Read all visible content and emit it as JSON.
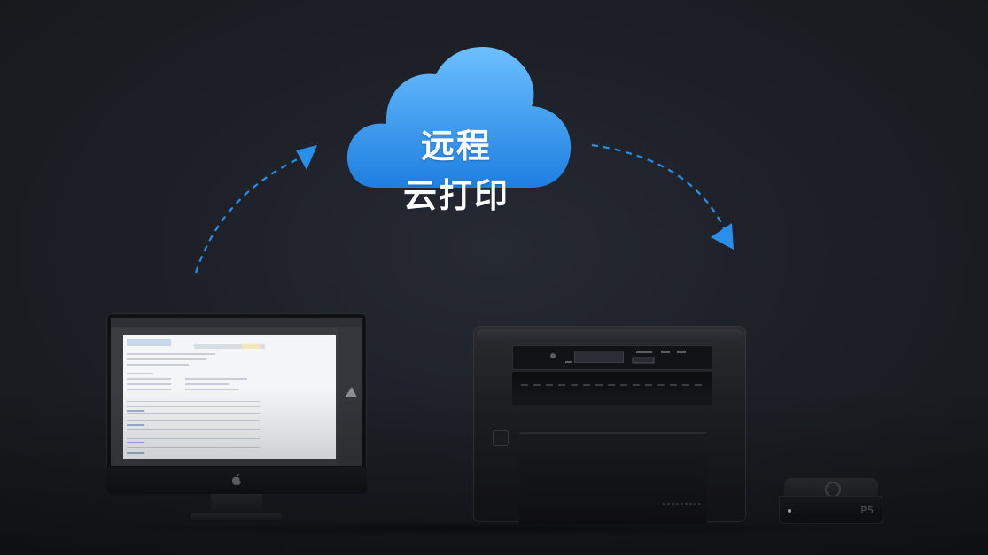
{
  "cloud": {
    "line1": "远程",
    "line2": "云打印",
    "gradient_top": "#6cc0ff",
    "gradient_bottom": "#1e7fe0"
  },
  "arrows": {
    "color": "#2a8fe8"
  },
  "devices": {
    "computer_icon": "imac-pro-icon",
    "printer_icon": "laser-printer-icon",
    "box_icon": "cloud-print-box-icon",
    "box_badge": "P5"
  },
  "background": {
    "color": "#1d2027"
  }
}
